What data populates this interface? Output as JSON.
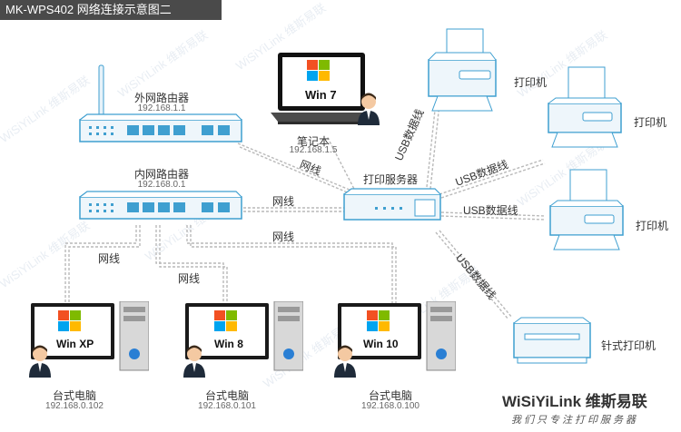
{
  "title": "MK-WPS402 网络连接示意图二",
  "outer_router": {
    "label": "外网路由器",
    "ip": "192.168.1.1"
  },
  "inner_router": {
    "label": "内网路由器",
    "ip": "192.168.0.1"
  },
  "laptop": {
    "label": "笔记本",
    "ip": "192.168.1.5",
    "os": "Win 7"
  },
  "print_server": {
    "label": "打印服务器"
  },
  "desktops": [
    {
      "label": "台式电脑",
      "ip": "192.168.0.102",
      "os": "Win XP"
    },
    {
      "label": "台式电脑",
      "ip": "192.168.0.101",
      "os": "Win 8"
    },
    {
      "label": "台式电脑",
      "ip": "192.168.0.100",
      "os": "Win 10"
    }
  ],
  "printers": [
    {
      "label": "打印机"
    },
    {
      "label": "打印机"
    },
    {
      "label": "打印机"
    },
    {
      "label": "针式打印机"
    }
  ],
  "links": {
    "network": "网线",
    "usb": "USB数据线"
  },
  "brand": {
    "name": "WiSiYiLink 维斯易联",
    "slogan": "我们只专注打印服务器"
  },
  "watermark": "WiSiYiLink 维斯易联",
  "colors": {
    "device_blue": "#3f9fd0",
    "device_fill": "#eef6fb",
    "cable_gray": "#b9b9b9",
    "title_bg": "#4a4a4a"
  }
}
